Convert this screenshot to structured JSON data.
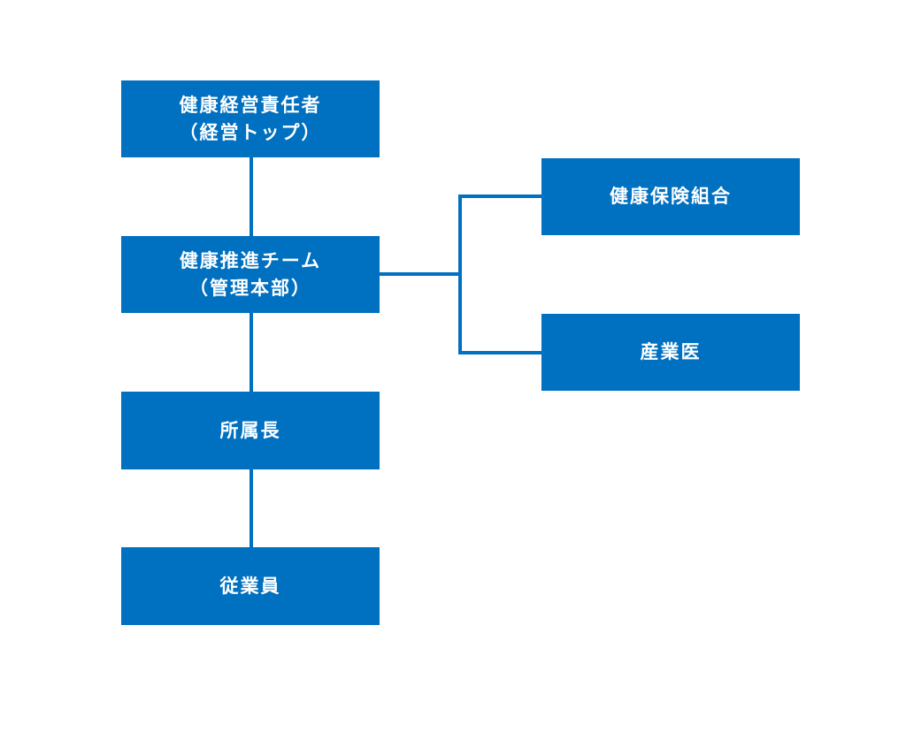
{
  "diagram": {
    "nodes": {
      "executive": {
        "line1": "健康経営責任者",
        "line2": "（経営トップ）"
      },
      "promotion_team": {
        "line1": "健康推進チーム",
        "line2": "（管理本部）"
      },
      "department_head": {
        "line1": "所属長"
      },
      "employees": {
        "line1": "従業員"
      },
      "health_insurance": {
        "line1": "健康保険組合"
      },
      "occupational_physician": {
        "line1": "産業医"
      }
    },
    "edges": [
      [
        "executive",
        "promotion_team"
      ],
      [
        "promotion_team",
        "department_head"
      ],
      [
        "department_head",
        "employees"
      ],
      [
        "promotion_team",
        "health_insurance"
      ],
      [
        "promotion_team",
        "occupational_physician"
      ]
    ],
    "colors": {
      "node_fill": "#0070c0",
      "node_text": "#ffffff",
      "connector": "#0070c0"
    }
  }
}
